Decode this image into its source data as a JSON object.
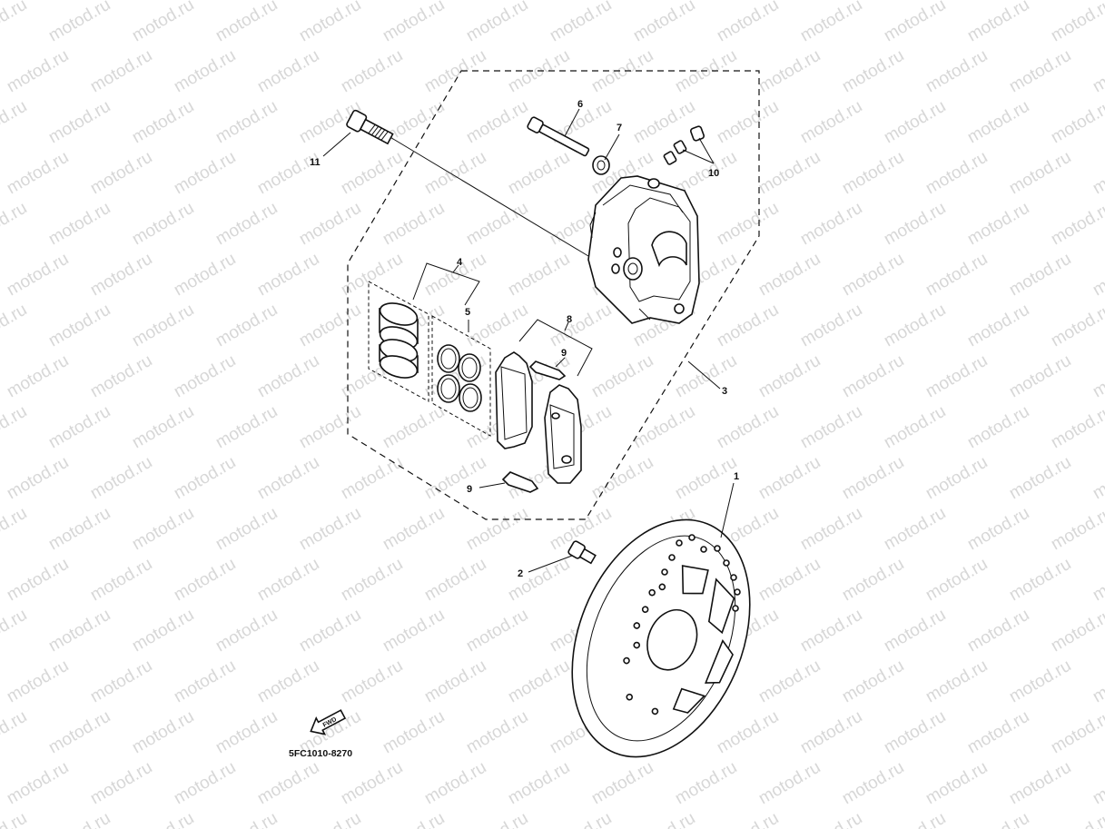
{
  "watermark": "motod.ru",
  "diagram_code": "5FC1010-8270",
  "fwd_label": "FWD",
  "callouts": {
    "c1": "1",
    "c2": "2",
    "c3": "3",
    "c4": "4",
    "c5": "5",
    "c6": "6",
    "c7": "7",
    "c8": "8",
    "c9a": "9",
    "c9b": "9",
    "c10": "10",
    "c11": "11"
  }
}
